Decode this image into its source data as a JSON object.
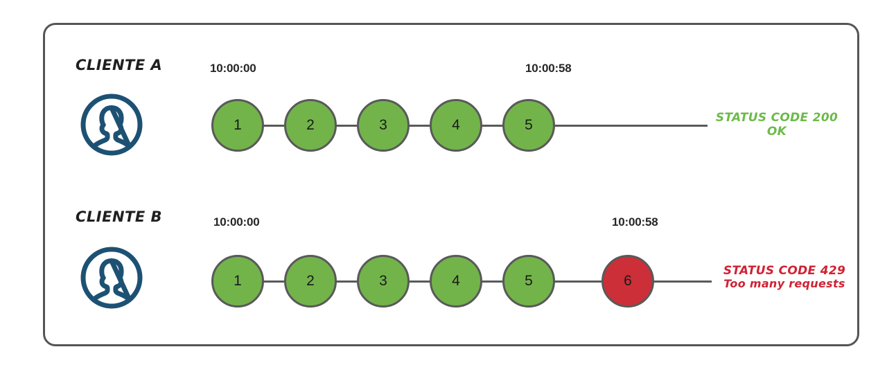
{
  "diagram": {
    "title_visible": false,
    "colors": {
      "frame_border": "#555555",
      "node_ok": "#72b44a",
      "node_blocked": "#cc2f38",
      "node_stroke": "#595959",
      "avatar": "#1d5173",
      "status_ok": "#6cba4a",
      "status_error": "#cf2233",
      "text": "#262626"
    },
    "rows": [
      {
        "id": "cliente-a",
        "label": "CLIENTE A",
        "avatar_icon": "user-avatar-icon",
        "start_time": "10:00:00",
        "end_time": "10:00:58",
        "nodes": [
          {
            "number": "1",
            "state": "ok"
          },
          {
            "number": "2",
            "state": "ok"
          },
          {
            "number": "3",
            "state": "ok"
          },
          {
            "number": "4",
            "state": "ok"
          },
          {
            "number": "5",
            "state": "ok"
          }
        ],
        "status": {
          "line1": "STATUS CODE 200",
          "line2": "OK",
          "state": "ok"
        }
      },
      {
        "id": "cliente-b",
        "label": "CLIENTE B",
        "avatar_icon": "user-avatar-icon",
        "start_time": "10:00:00",
        "end_time": "10:00:58",
        "nodes": [
          {
            "number": "1",
            "state": "ok"
          },
          {
            "number": "2",
            "state": "ok"
          },
          {
            "number": "3",
            "state": "ok"
          },
          {
            "number": "4",
            "state": "ok"
          },
          {
            "number": "5",
            "state": "ok"
          },
          {
            "number": "6",
            "state": "blocked"
          }
        ],
        "status": {
          "line1": "STATUS CODE 429",
          "line2": "Too many requests",
          "state": "error"
        }
      }
    ]
  }
}
